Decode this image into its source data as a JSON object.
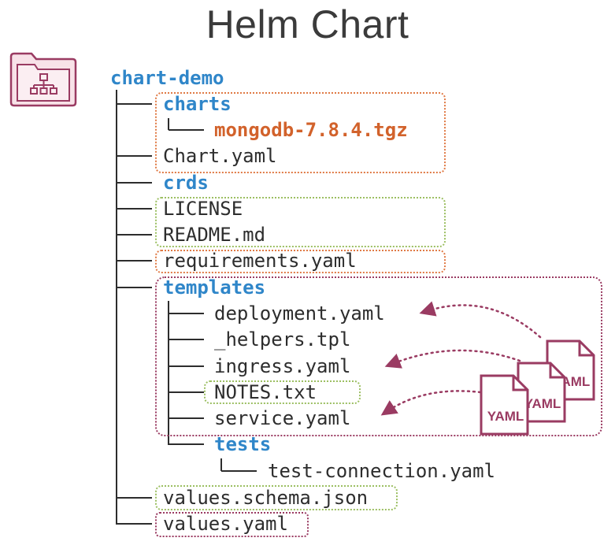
{
  "title": "Helm Chart",
  "icon": "folder-sitemap-icon",
  "tree": {
    "root": "chart-demo",
    "charts": "charts",
    "mongodb": "mongodb-7.8.4.tgz",
    "chart_yaml": "Chart.yaml",
    "crds": "crds",
    "license": "LICENSE",
    "readme": "README.md",
    "requirements": "requirements.yaml",
    "templates": "templates",
    "deployment": "deployment.yaml",
    "helpers": "_helpers.tpl",
    "ingress": "ingress.yaml",
    "notes": "NOTES.txt",
    "service": "service.yaml",
    "tests": "tests",
    "test_connection": "test-connection.yaml",
    "values_schema": "values.schema.json",
    "values": "values.yaml"
  },
  "yaml_icons": [
    "YAML",
    "YAML",
    "YAML"
  ],
  "colors": {
    "directory": "#2f86c9",
    "package": "#d2622b",
    "orange_box": "#e07a45",
    "green_box": "#9cbf62",
    "maroon": "#9a3b62"
  }
}
